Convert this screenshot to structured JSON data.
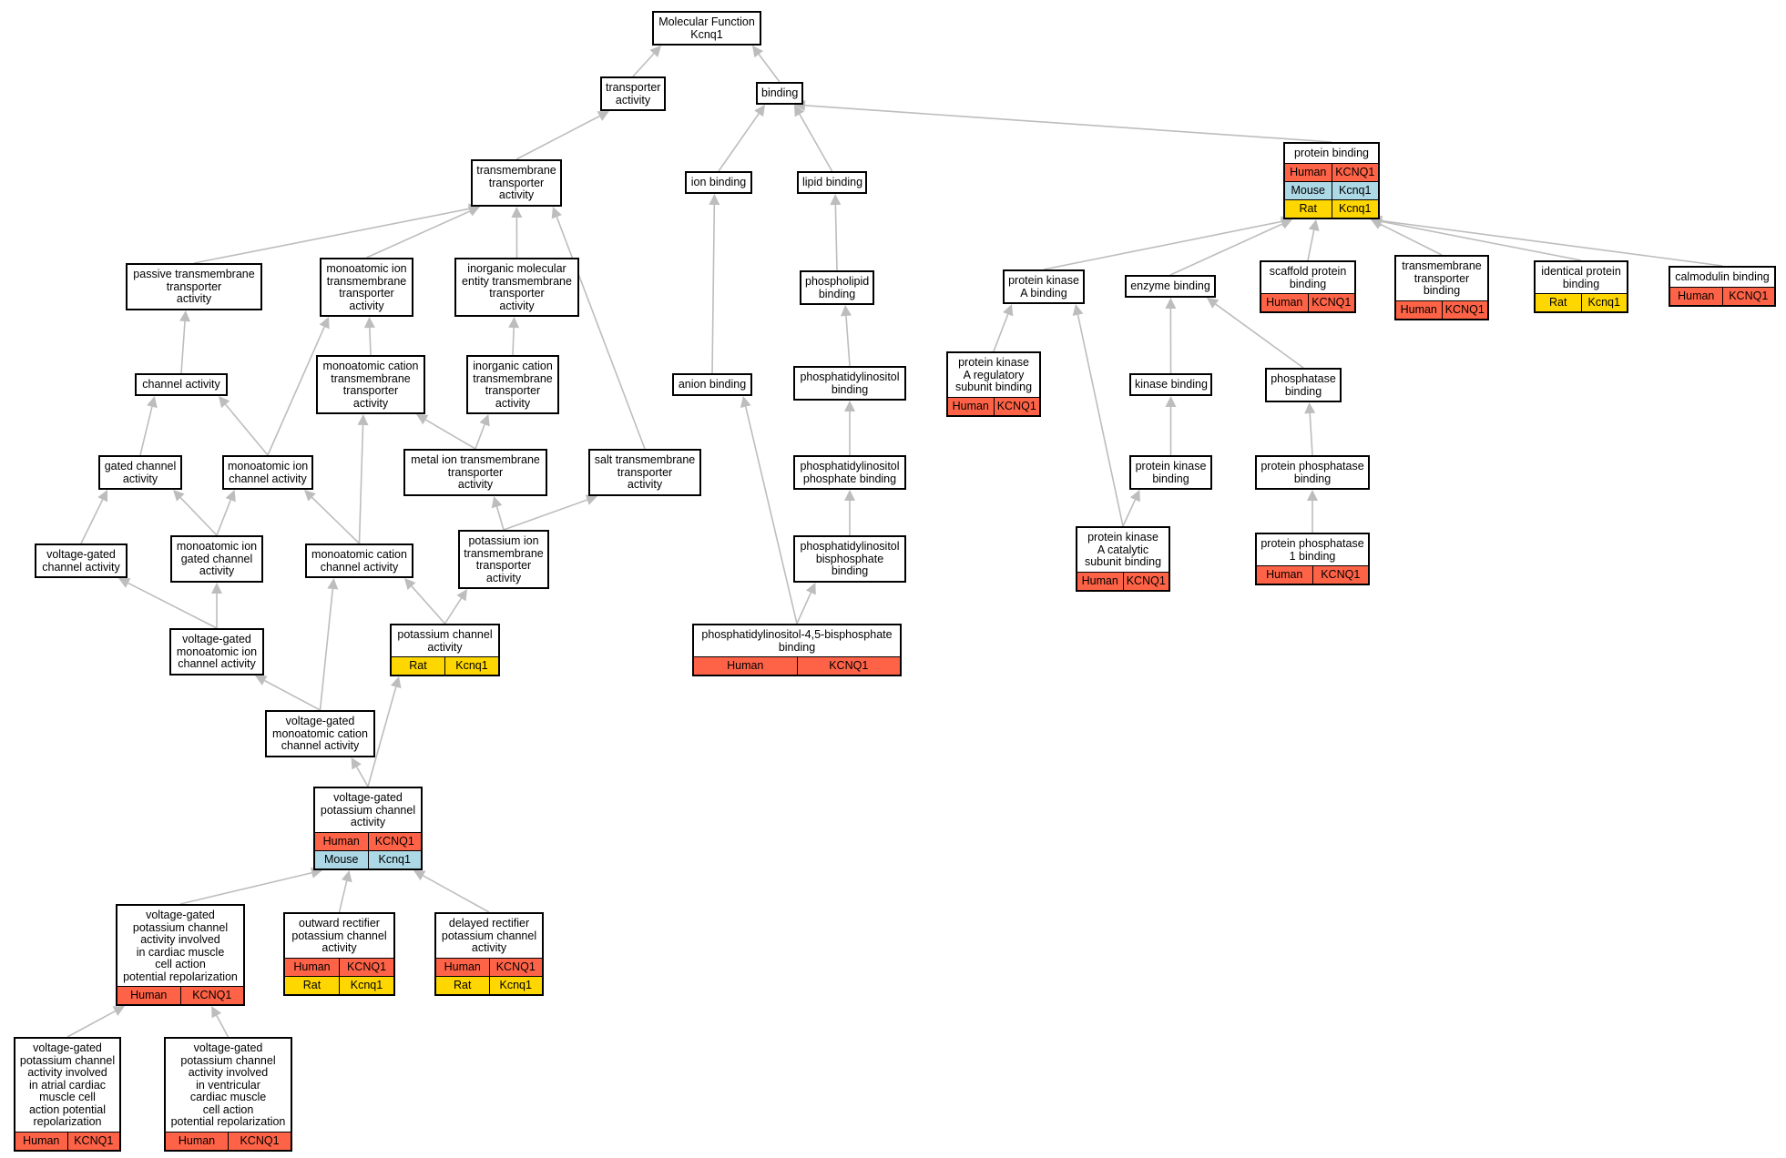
{
  "colors": {
    "Human": "#ff6347",
    "Mouse": "#add8e6",
    "Rat": "#ffd700",
    "edge": "#bdbdbd"
  },
  "nodes": [
    {
      "id": "mf",
      "lines": [
        "Molecular Function",
        "Kcnq1"
      ],
      "rows": []
    },
    {
      "id": "transporter",
      "lines": [
        "transporter",
        "activity"
      ],
      "rows": []
    },
    {
      "id": "binding",
      "lines": [
        "binding"
      ],
      "rows": []
    },
    {
      "id": "tmta",
      "lines": [
        "transmembrane",
        "transporter",
        "activity"
      ],
      "rows": []
    },
    {
      "id": "ionbinding",
      "lines": [
        "ion binding"
      ],
      "rows": []
    },
    {
      "id": "lipidbinding",
      "lines": [
        "lipid binding"
      ],
      "rows": []
    },
    {
      "id": "proteinbinding",
      "lines": [
        "protein binding"
      ],
      "rows": [
        [
          "Human",
          "KCNQ1"
        ],
        [
          "Mouse",
          "Kcnq1"
        ],
        [
          "Rat",
          "Kcnq1"
        ]
      ]
    },
    {
      "id": "passive",
      "lines": [
        "passive transmembrane",
        "transporter",
        "activity"
      ],
      "rows": []
    },
    {
      "id": "monoion_tm",
      "lines": [
        "monoatomic ion",
        "transmembrane",
        "transporter",
        "activity"
      ],
      "rows": []
    },
    {
      "id": "inorg_mol",
      "lines": [
        "inorganic molecular",
        "entity transmembrane",
        "transporter",
        "activity"
      ],
      "rows": []
    },
    {
      "id": "phospholipid",
      "lines": [
        "phospholipid",
        "binding"
      ],
      "rows": []
    },
    {
      "id": "pka_binding",
      "lines": [
        "protein kinase",
        "A binding"
      ],
      "rows": []
    },
    {
      "id": "enzyme",
      "lines": [
        "enzyme binding"
      ],
      "rows": []
    },
    {
      "id": "scaffold",
      "lines": [
        "scaffold protein",
        "binding"
      ],
      "rows": [
        [
          "Human",
          "KCNQ1"
        ]
      ]
    },
    {
      "id": "tm_transporter_binding",
      "lines": [
        "transmembrane",
        "transporter",
        "binding"
      ],
      "rows": [
        [
          "Human",
          "KCNQ1"
        ]
      ]
    },
    {
      "id": "identical",
      "lines": [
        "identical protein",
        "binding"
      ],
      "rows": [
        [
          "Rat",
          "Kcnq1"
        ]
      ]
    },
    {
      "id": "calmodulin",
      "lines": [
        "calmodulin binding"
      ],
      "rows": [
        [
          "Human",
          "KCNQ1"
        ]
      ]
    },
    {
      "id": "channel",
      "lines": [
        "channel activity"
      ],
      "rows": []
    },
    {
      "id": "monocat_tm",
      "lines": [
        "monoatomic cation",
        "transmembrane",
        "transporter",
        "activity"
      ],
      "rows": []
    },
    {
      "id": "inorg_cat",
      "lines": [
        "inorganic cation",
        "transmembrane",
        "transporter",
        "activity"
      ],
      "rows": []
    },
    {
      "id": "anion",
      "lines": [
        "anion binding"
      ],
      "rows": []
    },
    {
      "id": "pi_binding",
      "lines": [
        "phosphatidylinositol",
        "binding"
      ],
      "rows": []
    },
    {
      "id": "pka_reg",
      "lines": [
        "protein kinase",
        "A regulatory",
        "subunit binding"
      ],
      "rows": [
        [
          "Human",
          "KCNQ1"
        ]
      ]
    },
    {
      "id": "kinase",
      "lines": [
        "kinase binding"
      ],
      "rows": []
    },
    {
      "id": "phosphatase",
      "lines": [
        "phosphatase",
        "binding"
      ],
      "rows": []
    },
    {
      "id": "gated",
      "lines": [
        "gated channel",
        "activity"
      ],
      "rows": []
    },
    {
      "id": "monoion_channel",
      "lines": [
        "monoatomic ion",
        "channel activity"
      ],
      "rows": []
    },
    {
      "id": "metal_ion",
      "lines": [
        "metal ion transmembrane",
        "transporter",
        "activity"
      ],
      "rows": []
    },
    {
      "id": "salt",
      "lines": [
        "salt transmembrane",
        "transporter",
        "activity"
      ],
      "rows": []
    },
    {
      "id": "pip_binding",
      "lines": [
        "phosphatidylinositol",
        "phosphate binding"
      ],
      "rows": []
    },
    {
      "id": "pk_binding",
      "lines": [
        "protein kinase",
        "binding"
      ],
      "rows": []
    },
    {
      "id": "pp_binding",
      "lines": [
        "protein phosphatase",
        "binding"
      ],
      "rows": []
    },
    {
      "id": "vg_channel",
      "lines": [
        "voltage-gated",
        "channel activity"
      ],
      "rows": []
    },
    {
      "id": "monoion_gated",
      "lines": [
        "monoatomic ion",
        "gated channel",
        "activity"
      ],
      "rows": []
    },
    {
      "id": "monocat_channel",
      "lines": [
        "monoatomic cation",
        "channel activity"
      ],
      "rows": []
    },
    {
      "id": "k_ion_tm",
      "lines": [
        "potassium ion",
        "transmembrane",
        "transporter",
        "activity"
      ],
      "rows": []
    },
    {
      "id": "pip2_binding",
      "lines": [
        "phosphatidylinositol",
        "bisphosphate",
        "binding"
      ],
      "rows": []
    },
    {
      "id": "pka_cat",
      "lines": [
        "protein kinase",
        "A catalytic",
        "subunit binding"
      ],
      "rows": [
        [
          "Human",
          "KCNQ1"
        ]
      ]
    },
    {
      "id": "pp1_binding",
      "lines": [
        "protein phosphatase",
        "1 binding"
      ],
      "rows": [
        [
          "Human",
          "KCNQ1"
        ]
      ]
    },
    {
      "id": "vg_monoion",
      "lines": [
        "voltage-gated",
        "monoatomic ion",
        "channel activity"
      ],
      "rows": []
    },
    {
      "id": "k_channel",
      "lines": [
        "potassium channel",
        "activity"
      ],
      "rows": [
        [
          "Rat",
          "Kcnq1"
        ]
      ]
    },
    {
      "id": "pip45",
      "lines": [
        "phosphatidylinositol-4,5-bisphosphate",
        "binding"
      ],
      "rows": [
        [
          "Human",
          "KCNQ1"
        ]
      ]
    },
    {
      "id": "vg_monocat",
      "lines": [
        "voltage-gated",
        "monoatomic cation",
        "channel activity"
      ],
      "rows": []
    },
    {
      "id": "vg_k",
      "lines": [
        "voltage-gated",
        "potassium channel",
        "activity"
      ],
      "rows": [
        [
          "Human",
          "KCNQ1"
        ],
        [
          "Mouse",
          "Kcnq1"
        ]
      ]
    },
    {
      "id": "vg_k_cardiac",
      "lines": [
        "voltage-gated",
        "potassium channel",
        "activity involved",
        "in cardiac muscle",
        "cell action",
        "potential repolarization"
      ],
      "rows": [
        [
          "Human",
          "KCNQ1"
        ]
      ]
    },
    {
      "id": "outward",
      "lines": [
        "outward rectifier",
        "potassium channel",
        "activity"
      ],
      "rows": [
        [
          "Human",
          "KCNQ1"
        ],
        [
          "Rat",
          "Kcnq1"
        ]
      ]
    },
    {
      "id": "delayed",
      "lines": [
        "delayed rectifier",
        "potassium channel",
        "activity"
      ],
      "rows": [
        [
          "Human",
          "KCNQ1"
        ],
        [
          "Rat",
          "Kcnq1"
        ]
      ]
    },
    {
      "id": "vg_k_atrial",
      "lines": [
        "voltage-gated",
        "potassium channel",
        "activity involved",
        "in atrial cardiac",
        "muscle cell",
        "action potential",
        "repolarization"
      ],
      "rows": [
        [
          "Human",
          "KCNQ1"
        ]
      ]
    },
    {
      "id": "vg_k_ventricular",
      "lines": [
        "voltage-gated",
        "potassium channel",
        "activity involved",
        "in ventricular",
        "cardiac muscle",
        "cell action",
        "potential repolarization"
      ],
      "rows": [
        [
          "Human",
          "KCNQ1"
        ]
      ]
    }
  ],
  "edges": [
    [
      "transporter",
      "mf"
    ],
    [
      "binding",
      "mf"
    ],
    [
      "tmta",
      "transporter"
    ],
    [
      "ionbinding",
      "binding"
    ],
    [
      "lipidbinding",
      "binding"
    ],
    [
      "proteinbinding",
      "binding"
    ],
    [
      "passive",
      "tmta"
    ],
    [
      "monoion_tm",
      "tmta"
    ],
    [
      "inorg_mol",
      "tmta"
    ],
    [
      "salt",
      "tmta"
    ],
    [
      "phospholipid",
      "lipidbinding"
    ],
    [
      "pka_binding",
      "proteinbinding"
    ],
    [
      "enzyme",
      "proteinbinding"
    ],
    [
      "scaffold",
      "proteinbinding"
    ],
    [
      "tm_transporter_binding",
      "proteinbinding"
    ],
    [
      "identical",
      "proteinbinding"
    ],
    [
      "calmodulin",
      "proteinbinding"
    ],
    [
      "channel",
      "passive"
    ],
    [
      "monocat_tm",
      "monoion_tm"
    ],
    [
      "inorg_cat",
      "inorg_mol"
    ],
    [
      "anion",
      "ionbinding"
    ],
    [
      "pi_binding",
      "phospholipid"
    ],
    [
      "pka_reg",
      "pka_binding"
    ],
    [
      "kinase",
      "enzyme"
    ],
    [
      "phosphatase",
      "enzyme"
    ],
    [
      "gated",
      "channel"
    ],
    [
      "monoion_channel",
      "channel"
    ],
    [
      "monoion_channel",
      "monoion_tm"
    ],
    [
      "metal_ion",
      "monocat_tm"
    ],
    [
      "metal_ion",
      "inorg_cat"
    ],
    [
      "pip_binding",
      "pi_binding"
    ],
    [
      "pk_binding",
      "kinase"
    ],
    [
      "pp_binding",
      "phosphatase"
    ],
    [
      "vg_channel",
      "gated"
    ],
    [
      "monoion_gated",
      "gated"
    ],
    [
      "monoion_gated",
      "monoion_channel"
    ],
    [
      "monocat_channel",
      "monoion_channel"
    ],
    [
      "monocat_channel",
      "monocat_tm"
    ],
    [
      "k_ion_tm",
      "metal_ion"
    ],
    [
      "k_ion_tm",
      "salt"
    ],
    [
      "pip2_binding",
      "pip_binding"
    ],
    [
      "pka_cat",
      "pk_binding"
    ],
    [
      "pka_cat",
      "pka_binding"
    ],
    [
      "pp1_binding",
      "pp_binding"
    ],
    [
      "vg_monoion",
      "vg_channel"
    ],
    [
      "vg_monoion",
      "monoion_gated"
    ],
    [
      "k_channel",
      "monocat_channel"
    ],
    [
      "k_channel",
      "k_ion_tm"
    ],
    [
      "pip45",
      "pip2_binding"
    ],
    [
      "pip45",
      "anion"
    ],
    [
      "vg_monocat",
      "vg_monoion"
    ],
    [
      "vg_monocat",
      "monocat_channel"
    ],
    [
      "vg_k",
      "vg_monocat"
    ],
    [
      "vg_k",
      "k_channel"
    ],
    [
      "vg_k_cardiac",
      "vg_k"
    ],
    [
      "outward",
      "vg_k"
    ],
    [
      "delayed",
      "vg_k"
    ],
    [
      "vg_k_atrial",
      "vg_k_cardiac"
    ],
    [
      "vg_k_ventricular",
      "vg_k_cardiac"
    ]
  ]
}
